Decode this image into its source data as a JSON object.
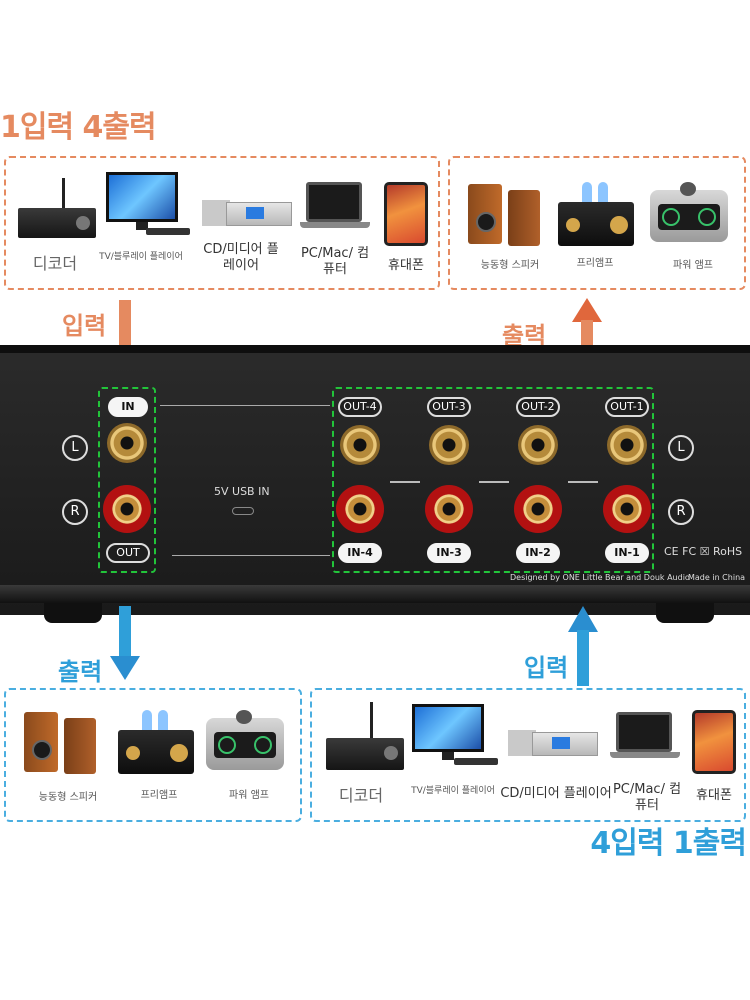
{
  "colors": {
    "orange": "#e58a60",
    "blue": "#2f9fd9",
    "green": "#22c43a"
  },
  "top": {
    "title": "1입력 4출력",
    "input_panel": {
      "devices": [
        {
          "name": "decoder",
          "label": "디코더"
        },
        {
          "name": "tv",
          "label": "TV/블루레이 플레이어"
        },
        {
          "name": "cd",
          "label": "CD/미디어 플레이어"
        },
        {
          "name": "pc",
          "label": "PC/Mac/ 컴퓨터"
        },
        {
          "name": "phone",
          "label": "휴대폰"
        }
      ]
    },
    "output_panel": {
      "devices": [
        {
          "name": "speaker",
          "label": "능동형 스피커"
        },
        {
          "name": "preamp",
          "label": "프리앰프"
        },
        {
          "name": "power-amp",
          "label": "파워 앰프"
        }
      ]
    },
    "input_arrow_label": "입력",
    "output_arrow_label": "출력"
  },
  "unit": {
    "in_label": "IN",
    "out_label": "OUT",
    "left": "L",
    "right": "R",
    "usb": "5V USB IN",
    "outputs": [
      "OUT-4",
      "OUT-3",
      "OUT-2",
      "OUT-1"
    ],
    "inputs": [
      "IN-4",
      "IN-3",
      "IN-2",
      "IN-1"
    ],
    "cert": "CE FC ☒ RoHS",
    "designed": "Designed by ONE Little Bear and Douk Audio",
    "made": "Made in China"
  },
  "bottom": {
    "title": "4입력 1출력",
    "output_arrow_label": "출력",
    "input_arrow_label": "입력",
    "output_panel": {
      "devices": [
        {
          "name": "speaker",
          "label": "능동형 스피커"
        },
        {
          "name": "preamp",
          "label": "프리앰프"
        },
        {
          "name": "power-amp",
          "label": "파워 앰프"
        }
      ]
    },
    "input_panel": {
      "devices": [
        {
          "name": "decoder",
          "label": "디코더"
        },
        {
          "name": "tv",
          "label": "TV/블루레이 플레이어"
        },
        {
          "name": "cd",
          "label": "CD/미디어 플레이어"
        },
        {
          "name": "pc",
          "label": "PC/Mac/ 컴퓨터"
        },
        {
          "name": "phone",
          "label": "휴대폰"
        }
      ]
    }
  }
}
